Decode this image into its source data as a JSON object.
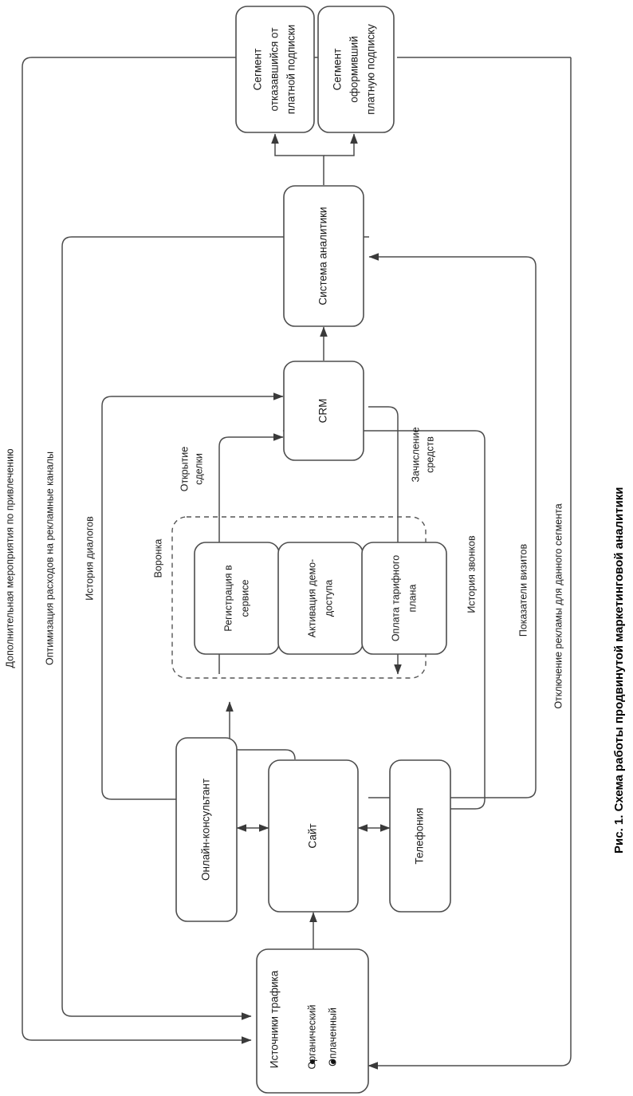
{
  "figure": {
    "caption": "Рис. 1. Схема работы продвинутой маркетинговой аналитики",
    "orientation": "rotated-90-clockwise",
    "colors": {
      "background": "#ffffff",
      "node_stroke": "#4d4d4d",
      "link_stroke": "#4d4d4d",
      "funnel_stroke": "#555555",
      "text": "#1a1a1a"
    }
  },
  "nodes": {
    "traffic_sources": {
      "title": "Источники трафика",
      "bullets": [
        "Органический",
        "Оплаченный"
      ]
    },
    "site": {
      "label": "Сайт"
    },
    "online_consultant": {
      "label": "Онлайн-консультант"
    },
    "telephony": {
      "label": "Телефония"
    },
    "funnel": {
      "label": "Воронка",
      "steps": [
        {
          "line1": "Регистрация в",
          "line2": "сервисе"
        },
        {
          "line1": "Активация демо-",
          "line2": "доступа"
        },
        {
          "line1": "Оплата тарифного",
          "line2": "плана"
        }
      ]
    },
    "crm": {
      "label": "CRM"
    },
    "analytics": {
      "label": "Система аналитики"
    },
    "segment_churned": {
      "line1": "Сегмент",
      "line2": "отказавшийся от",
      "line3": "платной подписки"
    },
    "segment_subscribed": {
      "line1": "Сегмент",
      "line2": "оформивший",
      "line3": "платную подписку"
    }
  },
  "edge_labels": {
    "deal_open": {
      "line1": "Открытие",
      "line2": "сделки"
    },
    "funds_credited": {
      "line1": "Зачисление",
      "line2": "средств"
    },
    "dialog_history": "История диалогов",
    "call_history": "История звонков",
    "visit_metrics": "Показатели визитов",
    "ad_spend_optimization": "Оптимизация расходов на рекламные каналы",
    "extra_acquisition": "Дополнительная мероприятия по привлечению",
    "disable_ads_segment": "Отключение рекламы для данного сегмента"
  }
}
